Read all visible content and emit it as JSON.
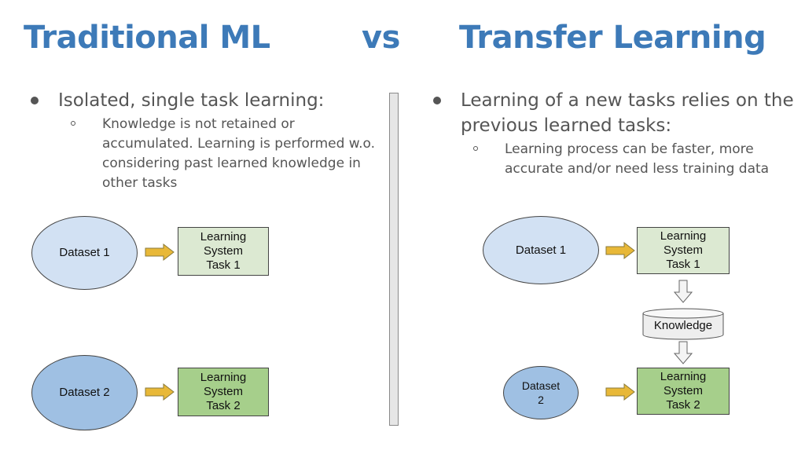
{
  "titles": {
    "left": "Traditional ML",
    "vs": "vs",
    "right": "Transfer Learning"
  },
  "left_column": {
    "bullet": "Isolated, single task learning:",
    "sub_bullet": "Knowledge is not retained or accumulated. Learning is performed w.o. considering past learned knowledge in other tasks",
    "diagram": {
      "dataset1": "Dataset 1",
      "task1": "Learning\nSystem\nTask 1",
      "dataset2": "Dataset 2",
      "task2": "Learning\nSystem\nTask 2"
    }
  },
  "right_column": {
    "bullet": "Learning of a new tasks relies on the previous learned tasks:",
    "sub_bullet": "Learning process can be faster, more accurate and/or need less training data",
    "diagram": {
      "dataset1": "Dataset 1",
      "task1": "Learning\nSystem\nTask 1",
      "knowledge": "Knowledge",
      "dataset2": "Dataset\n2",
      "task2": "Learning\nSystem\nTask 2"
    }
  },
  "colors": {
    "title": "#3d7ab8",
    "text": "#555555",
    "dataset1_fill": "#d2e1f3",
    "dataset2_fill": "#9fc0e3",
    "task1_fill": "#dce9d2",
    "task2_fill": "#a6cf8b",
    "arrow_fill": "#e8b838",
    "knowledge_fill": "#eeeeee"
  }
}
